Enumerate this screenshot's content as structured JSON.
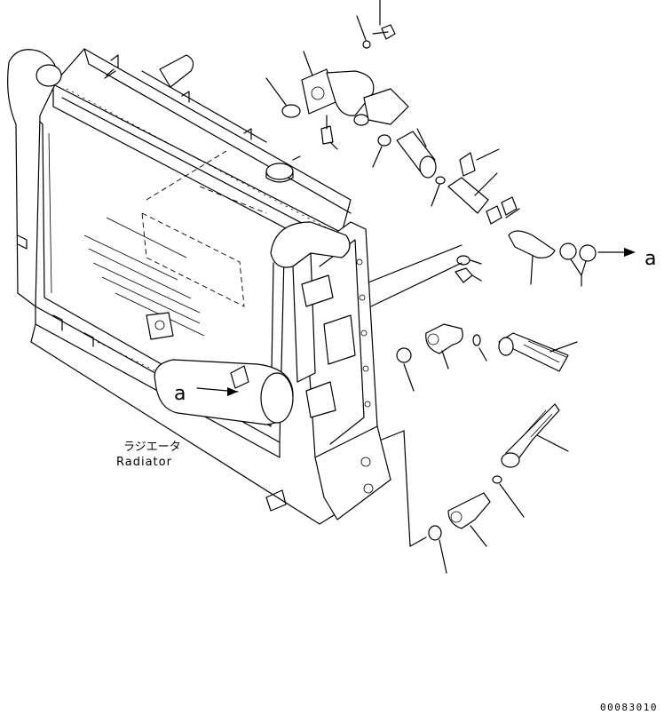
{
  "labels": {
    "part_name_jp": "ラジエータ",
    "part_name_en": "Radiator",
    "connection_ref_left": "a",
    "connection_ref_right": "a",
    "drawing_number": "00083010"
  }
}
